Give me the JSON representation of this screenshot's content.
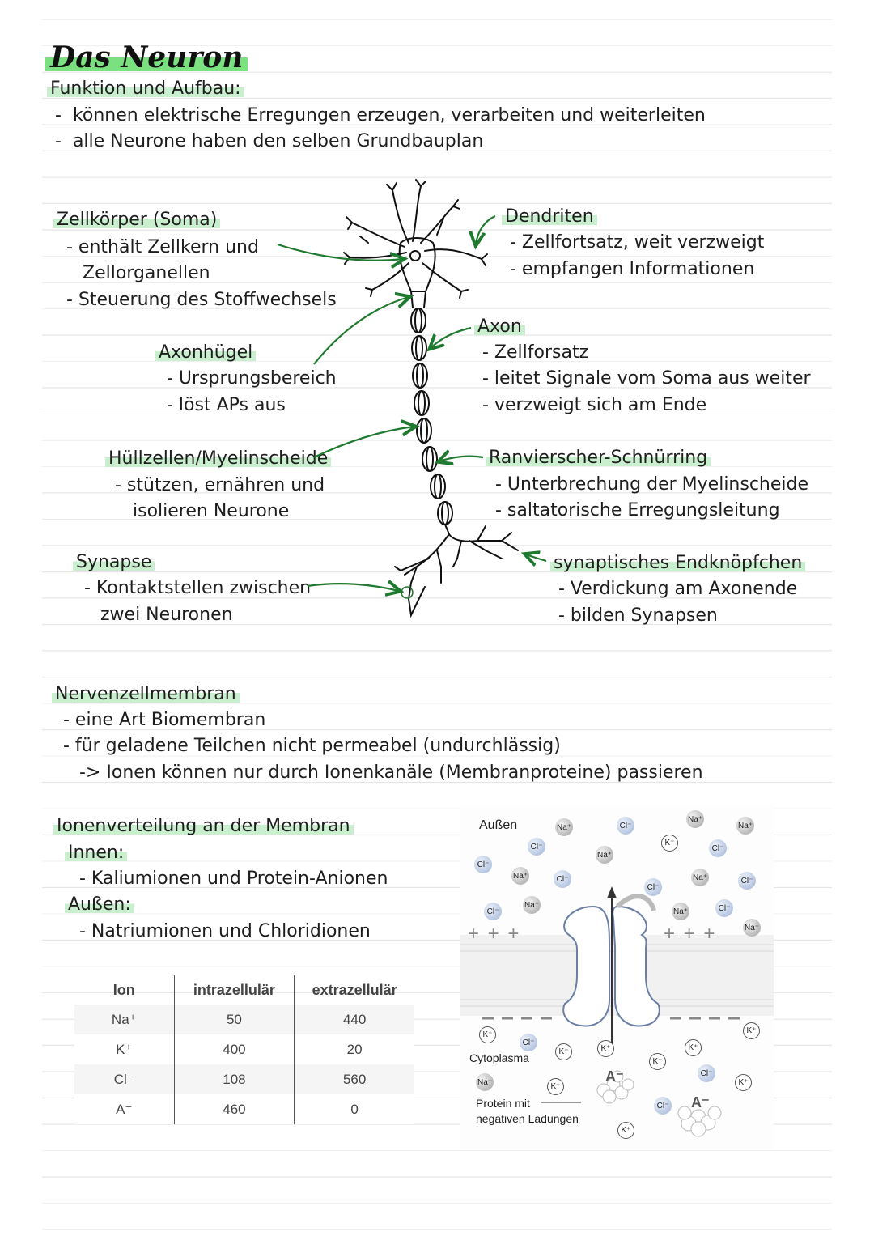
{
  "title": "Das Neuron",
  "funktion": {
    "heading": "Funktion und Aufbau:",
    "bullets": [
      "können elektrische Erregungen erzeugen, verarbeiten und weiterleiten",
      "alle Neurone haben den selben Grundbauplan"
    ]
  },
  "neuron": {
    "zellkoerper": {
      "heading": "Zellkörper (Soma)",
      "lines": [
        "- enthält Zellkern und",
        "Zellorganellen",
        "- Steuerung des Stoffwechsels"
      ]
    },
    "axonhuegel": {
      "heading": "Axonhügel",
      "lines": [
        "- Ursprungsbereich",
        "- löst APs aus"
      ]
    },
    "huellzellen": {
      "heading": "Hüllzellen/Myelinscheide",
      "lines": [
        "- stützen, ernähren und",
        "isolieren Neurone"
      ]
    },
    "synapse": {
      "heading": "Synapse",
      "lines": [
        "- Kontaktstellen zwischen",
        "zwei Neuronen"
      ]
    },
    "dendriten": {
      "heading": "Dendriten",
      "lines": [
        "- Zellfortsatz, weit verzweigt",
        "- empfangen Informationen"
      ]
    },
    "axon": {
      "heading": "Axon",
      "lines": [
        "- Zellforsatz",
        "- leitet Signale vom Soma aus weiter",
        "- verzweigt sich am Ende"
      ]
    },
    "ranvier": {
      "heading": "Ranvierscher-Schnürring",
      "lines": [
        "- Unterbrechung der Myelinscheide",
        "- saltatorische Erregungsleitung"
      ]
    },
    "endknoepfchen": {
      "heading": "synaptisches Endknöpfchen",
      "lines": [
        "- Verdickung am Axonende",
        "- bilden Synapsen"
      ]
    }
  },
  "membran": {
    "heading": "Nervenzellmembran",
    "lines": [
      "- eine Art Biomembran",
      "- für geladene Teilchen nicht permeabel (undurchlässig)",
      "-> Ionen können nur durch Ionenkanäle (Membranproteine) passieren"
    ]
  },
  "ionenverteilung": {
    "heading": "Ionenverteilung an der Membran",
    "innen_label": "Innen:",
    "innen_item": "- Kaliumionen und Protein-Anionen",
    "aussen_label": "Außen:",
    "aussen_item": "- Natriumionen und Chloridionen"
  },
  "table": {
    "headers": [
      "Ion",
      "intrazellulär",
      "extrazellulär"
    ],
    "rows": [
      [
        "Na⁺",
        "50",
        "440"
      ],
      [
        "K⁺",
        "400",
        "20"
      ],
      [
        "Cl⁻",
        "108",
        "560"
      ],
      [
        "A⁻",
        "460",
        "0"
      ]
    ]
  },
  "figure": {
    "outside_label": "Außen",
    "cytoplasma_label": "Cytoplasma",
    "protein_label_1": "Protein mit",
    "protein_label_2": "negativen Ladungen",
    "plus_signs": "+ + +",
    "ion_na": "Na⁺",
    "ion_cl": "Cl⁻",
    "ion_k": "K⁺",
    "anion": "A⁻"
  },
  "colors": {
    "highlight": "#c9efcf",
    "title_highlight": "#7be07f",
    "arrow": "#1e7a2e"
  }
}
